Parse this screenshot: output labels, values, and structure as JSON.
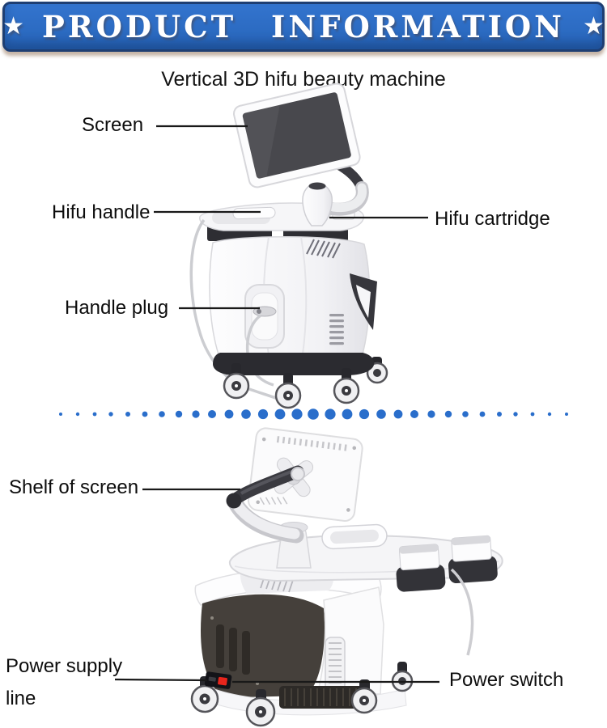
{
  "banner": {
    "star_left": "★",
    "title": "PRODUCT INFORMATION",
    "star_right": "★"
  },
  "subtitle": "Vertical 3D hifu beauty machine",
  "front_view": {
    "labels": {
      "screen": "Screen",
      "hifu_handle": "Hifu handle",
      "hifu_cartridge": "Hifu cartridge",
      "handle_plug": "Handle plug"
    }
  },
  "rear_view": {
    "labels": {
      "shelf_of_screen": "Shelf of screen",
      "power_supply_line": [
        "Power supply",
        "line"
      ],
      "power_switch": "Power switch"
    }
  },
  "colors": {
    "banner_blue": "#2a6bc5",
    "banner_border": "#1e3e72",
    "divider_dot_blue": "#2a6ecb",
    "label_text": "#0d0d0d",
    "power_switch_red": "#e8251c",
    "machine_dark": "#3a3a40",
    "rear_panel_charcoal": "#45403b"
  }
}
